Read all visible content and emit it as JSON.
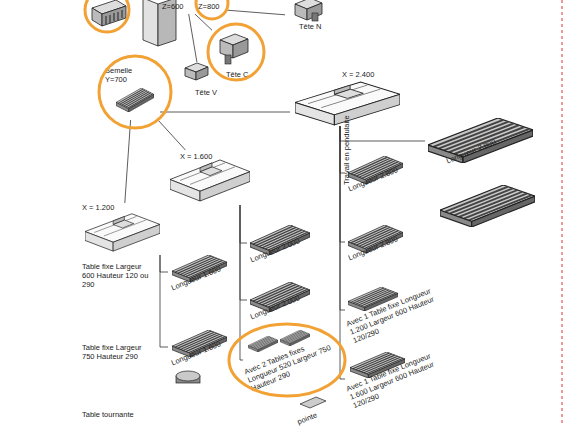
{
  "diagram": {
    "nodes": [
      {
        "text": [
          "Z=600",
          "Z=800"
        ]
      },
      {
        "text": [
          "Tête N"
        ]
      },
      {
        "text": [
          "Tête C"
        ]
      },
      {
        "text": [
          "Tête V"
        ]
      },
      {
        "text": [
          "Semelle Y=700"
        ]
      },
      {
        "text": [
          "X = 2.400"
        ]
      },
      {
        "text": [
          "X = 1.600"
        ]
      },
      {
        "text": [
          "X = 1.200"
        ]
      },
      {
        "text": [
          "Longueur 2.800"
        ]
      },
      {
        "text": [
          "Longueur 2.800"
        ]
      },
      {
        "text": [
          "Longueur 2.800"
        ]
      },
      {
        "text": [
          "Longueur 2.000"
        ]
      },
      {
        "text": [
          "Longueur 1.600"
        ]
      },
      {
        "text": [
          "Longueur 2.000"
        ]
      },
      {
        "text": [
          "Avec 1 Table fixe Longueur 1.200 Largeur 600 Hauteur 120/290"
        ]
      },
      {
        "text": [
          "Longueur 1.600"
        ]
      },
      {
        "text": [
          "Avec 2 Tables fixes Longueur 520 Largeur 750 Hauteur 290"
        ]
      },
      {
        "text": [
          "Avec 1 Table fixe Longueur 1.600 Largeur 600 Hauteur 120/290"
        ]
      }
    ],
    "edges": [
      {
        "from": 0,
        "to": 1,
        "arrow": "none"
      },
      {
        "from": 0,
        "to": 2,
        "arrow": "none"
      },
      {
        "from": 0,
        "to": 3,
        "arrow": "none"
      },
      {
        "from": 4,
        "to": 5,
        "arrow": "none"
      },
      {
        "from": 4,
        "to": 6,
        "arrow": "none"
      },
      {
        "from": 4,
        "to": 7,
        "arrow": "none"
      },
      {
        "from": 5,
        "to": 8,
        "label": "Travail en pendulaire",
        "arrow": "none"
      },
      {
        "from": 5,
        "to": 9,
        "arrow": "none"
      },
      {
        "from": 5,
        "to": 10,
        "arrow": "none"
      },
      {
        "from": 5,
        "to": 14,
        "arrow": "none"
      },
      {
        "from": 5,
        "to": 17,
        "arrow": "none"
      },
      {
        "from": 6,
        "to": 11,
        "arrow": "none"
      },
      {
        "from": 6,
        "to": 13,
        "arrow": "none"
      },
      {
        "from": 6,
        "to": 16,
        "arrow": "none"
      },
      {
        "from": 7,
        "to": 12,
        "arrow": "none"
      },
      {
        "from": 7,
        "to": 15,
        "arrow": "none"
      }
    ],
    "labels": [
      "Table fixe Largeur 600 Hauteur 120 ou 290",
      "Table fixe Largeur 750 Hauteur 290",
      "Table tournante",
      "pointe"
    ]
  }
}
